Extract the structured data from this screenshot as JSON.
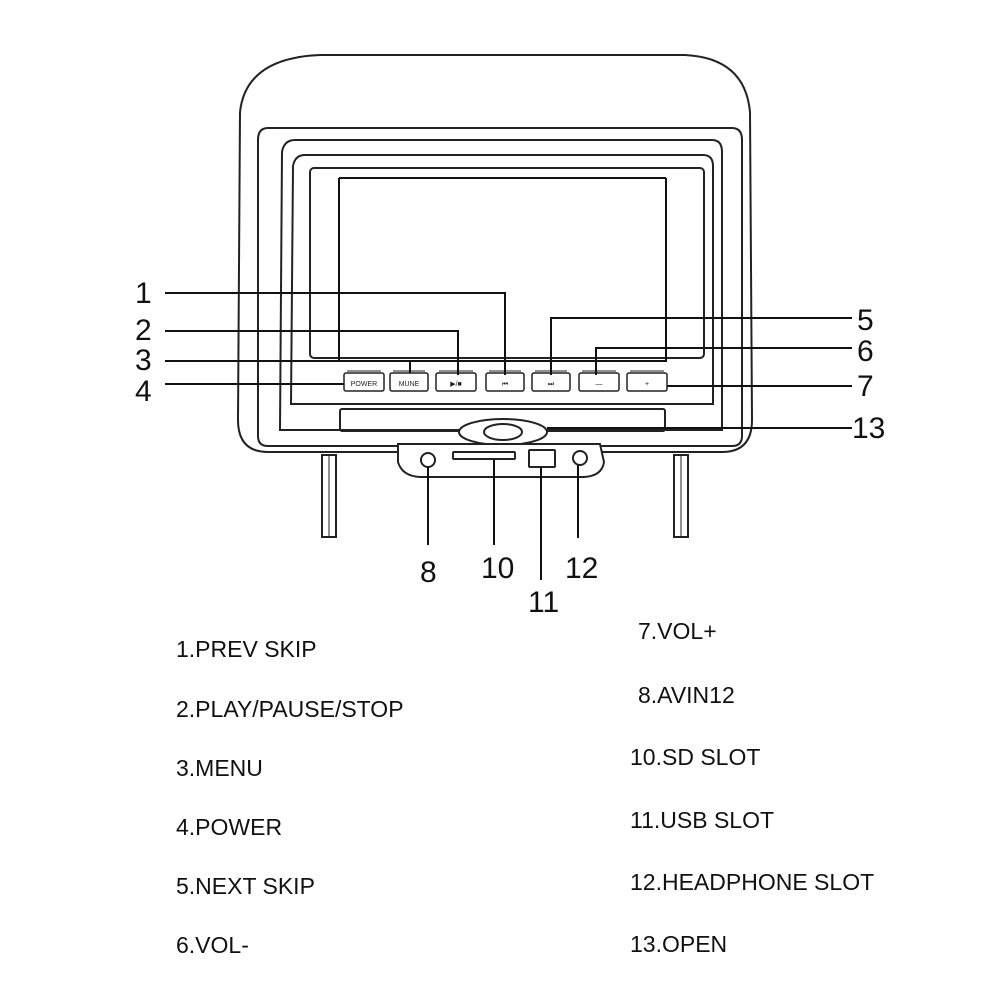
{
  "buttons": {
    "power": "POWER",
    "menu": "MUNE",
    "play": "▶/■",
    "prev": "⏮",
    "next": "⏭",
    "vol_minus": "—",
    "vol_plus": "+"
  },
  "callouts": {
    "c1": "1",
    "c2": "2",
    "c3": "3",
    "c4": "4",
    "c5": "5",
    "c6": "6",
    "c7": "7",
    "c8": "8",
    "c10": "10",
    "c11": "11",
    "c12": "12",
    "c13": "13"
  },
  "legend": {
    "left": [
      "1.PREV SKIP",
      "2.PLAY/PAUSE/STOP",
      "3.MENU",
      "4.POWER",
      "5.NEXT SKIP",
      "6.VOL-"
    ],
    "right": [
      "7.VOL+",
      "8.AVIN12",
      "10.SD SLOT",
      "11.USB SLOT",
      "12.HEADPHONE SLOT",
      "13.OPEN"
    ]
  }
}
